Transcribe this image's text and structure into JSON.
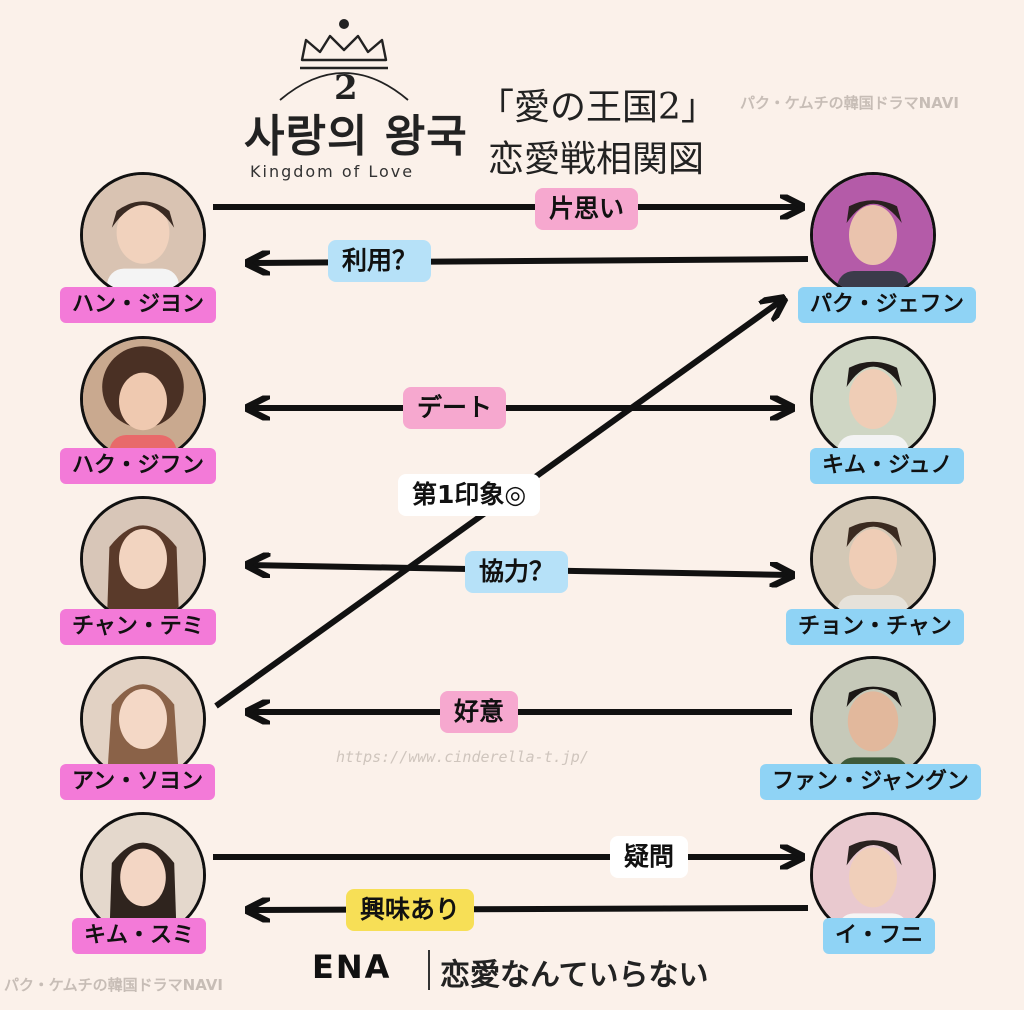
{
  "logo": {
    "korean_title": "사랑의 왕국",
    "season_number": "2",
    "english_title": "Kingdom of Love"
  },
  "title": {
    "line1": "「愛の王国2」",
    "line2": "恋愛戦相関図"
  },
  "watermark": {
    "top": "パク・ケムチの韓国ドラマNAVI",
    "bottom": "パク・ケムチの韓国ドラマNAVI"
  },
  "url": "https://www.cinderella-t.jp/",
  "women": [
    {
      "name": "ハン・ジヨン"
    },
    {
      "name": "ハク・ジフン"
    },
    {
      "name": "チャン・テミ"
    },
    {
      "name": "アン・ソヨン"
    },
    {
      "name": "キム・スミ"
    }
  ],
  "men": [
    {
      "name": "パク・ジェフン"
    },
    {
      "name": "キム・ジュノ"
    },
    {
      "name": "チョン・チャン"
    },
    {
      "name": "ファン・ジャングン"
    },
    {
      "name": "イ・フニ"
    }
  ],
  "relations": {
    "kataomoi": "片思い",
    "riyou": "利用？",
    "date": "デート",
    "daiichi": "第1印象◎",
    "kyouryoku": "協力？",
    "koui": "好意",
    "gimon": "疑問",
    "kyoumi": "興味あり"
  },
  "footer": {
    "brand": "ENA",
    "show": "恋愛なんていらない"
  },
  "colors": {
    "background": "#fbf1ea",
    "women_label": "#f37ad8",
    "men_label": "#8fd3f5",
    "arrow": "#111111"
  }
}
